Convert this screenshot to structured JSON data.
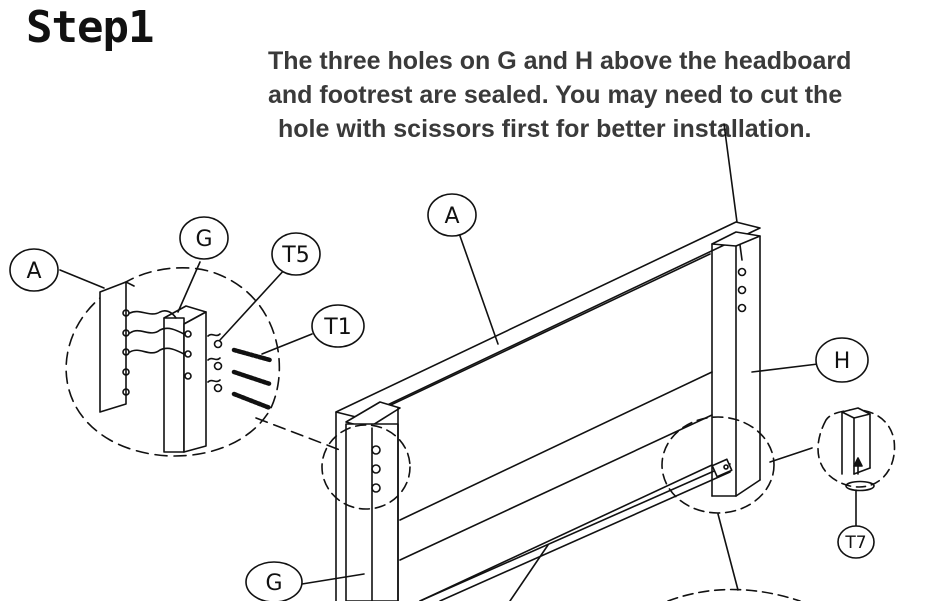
{
  "title": "Step1",
  "note": {
    "line1": "The three holes on G and H above the headboard",
    "line2": "and footrest are sealed. You may need to cut the",
    "line3": "hole with scissors first for better installation."
  },
  "callouts": {
    "a_detail": "A",
    "g_detail": "G",
    "t5": "T5",
    "t1": "T1",
    "a_main": "A",
    "h": "H",
    "g_main": "G",
    "t7": "T7"
  }
}
